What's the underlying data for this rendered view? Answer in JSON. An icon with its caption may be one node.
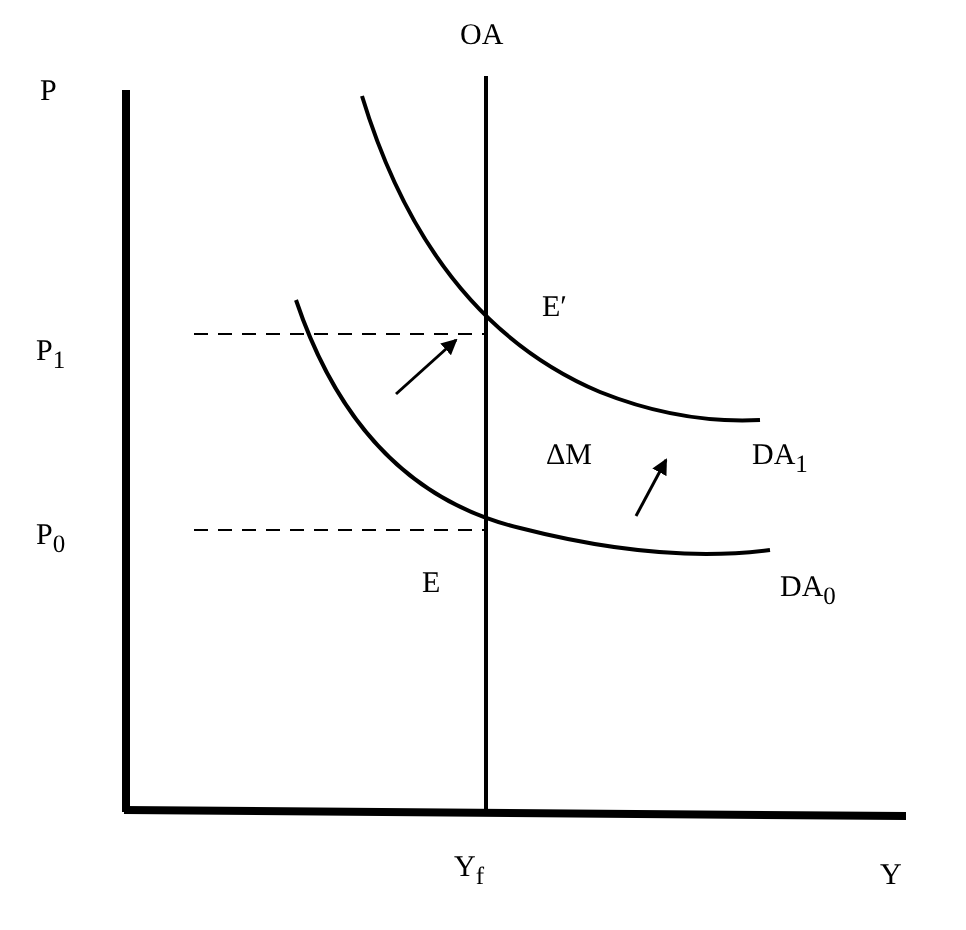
{
  "diagram": {
    "labels": [
      "P",
      "OA",
      "P$_{1}$",
      "E′",
      "ΔM",
      "DA$_{1}$",
      "P$_{0}$",
      "E",
      "DA$_{0}$",
      "Y$_{f}$",
      "Y"
    ]
  }
}
